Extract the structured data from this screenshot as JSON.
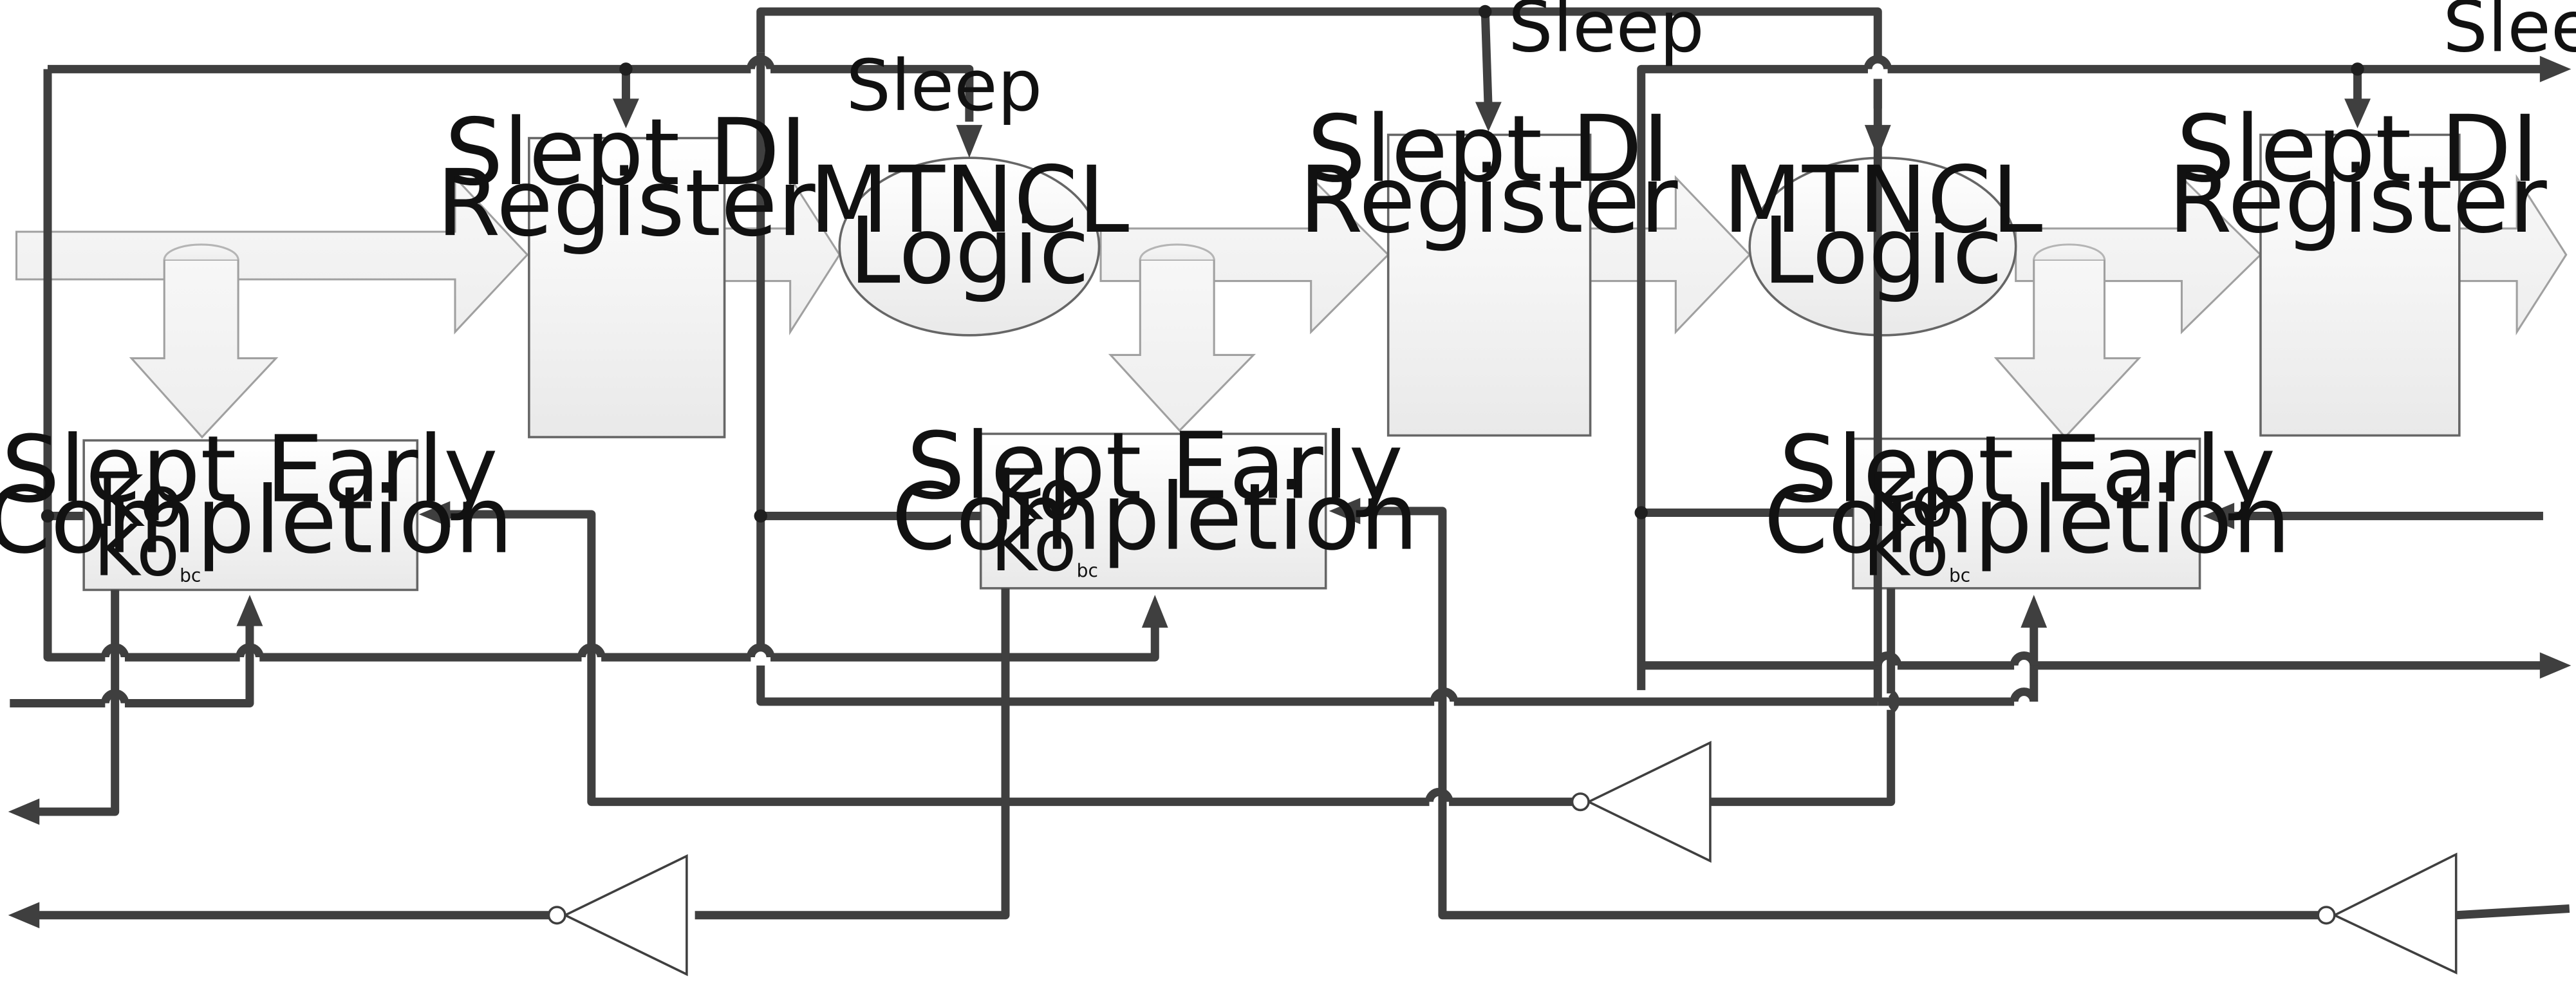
{
  "registers": [
    {
      "line1": "Slept DI",
      "line2": "Register"
    },
    {
      "line1": "Slept DI",
      "line2": "Register"
    },
    {
      "line1": "Slept DI",
      "line2": "Register"
    }
  ],
  "logic_blocks": [
    {
      "line1": "MTNCL",
      "line2": "Logic"
    },
    {
      "line1": "MTNCL",
      "line2": "Logic"
    }
  ],
  "completion_blocks": [
    {
      "line1": "Slept Early",
      "line2": "Completion",
      "port_ko": "Ko",
      "port_kobc_base": "Ko",
      "port_kobc_sub": "bc"
    },
    {
      "line1": "Slept Early",
      "line2": "Completion",
      "port_ko": "Ko",
      "port_kobc_base": "Ko",
      "port_kobc_sub": "bc"
    },
    {
      "line1": "Slept Early",
      "line2": "Completion",
      "port_ko": "Ko",
      "port_kobc_base": "Ko",
      "port_kobc_sub": "bc"
    }
  ],
  "sleep_labels": [
    "Sleep",
    "Sleep",
    "Sleep"
  ],
  "colors": {
    "wire": "#3f3f3f",
    "block_fill_top": "#ffffff",
    "block_fill_bottom": "#e9e9e9",
    "block_stroke": "#666666",
    "bus_fill": "#f4f4f4",
    "bus_stroke": "#a0a0a0"
  }
}
